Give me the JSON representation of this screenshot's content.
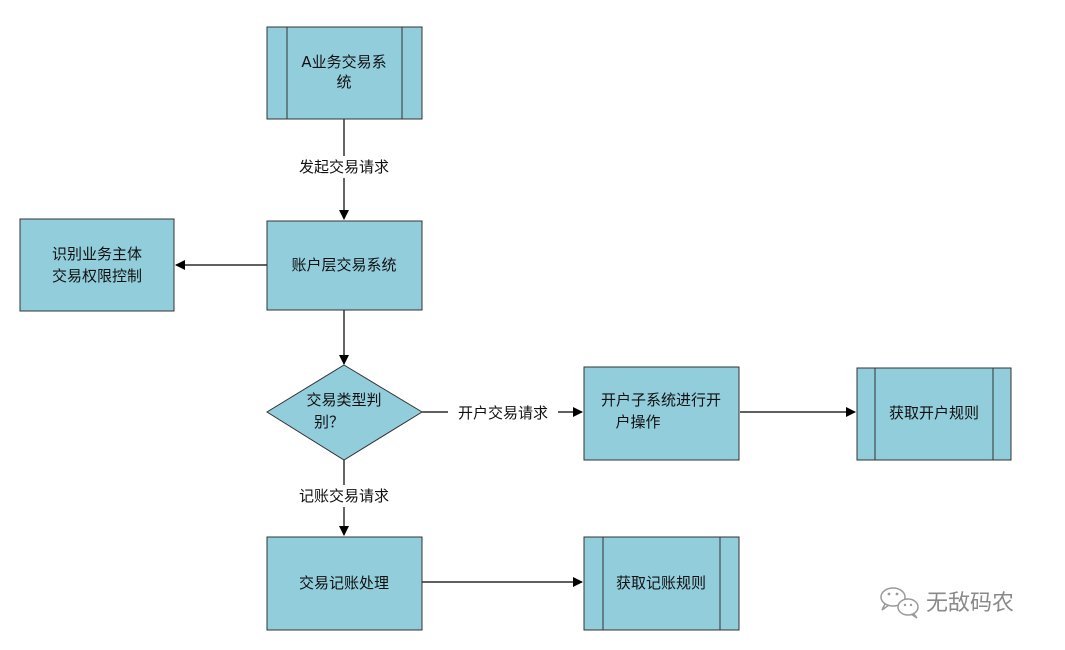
{
  "diagram": {
    "fill_color": "#92CDDC",
    "stroke_color": "#333333",
    "nodes": {
      "a_system": {
        "lines": [
          "A业务交易系",
          "统"
        ]
      },
      "account_system": {
        "lines": [
          "账户层交易系统"
        ]
      },
      "identify": {
        "lines": [
          "识别业务主体",
          "交易权限控制"
        ]
      },
      "decision": {
        "lines": [
          "交易类型判",
          "别？"
        ]
      },
      "open_subsystem": {
        "lines": [
          "开户子系统进行开",
          "户操作"
        ]
      },
      "open_rules": {
        "lines": [
          "获取开户规则"
        ]
      },
      "ledger": {
        "lines": [
          "交易记账处理"
        ]
      },
      "ledger_rules": {
        "lines": [
          "获取记账规则"
        ]
      }
    },
    "edges": {
      "initiate": {
        "label": "发起交易请求"
      },
      "open_request": {
        "label": "开户交易请求"
      },
      "ledger_request": {
        "label": "记账交易请求"
      }
    }
  },
  "watermark": {
    "text": "无敌码农",
    "icon": "wechat-icon"
  }
}
